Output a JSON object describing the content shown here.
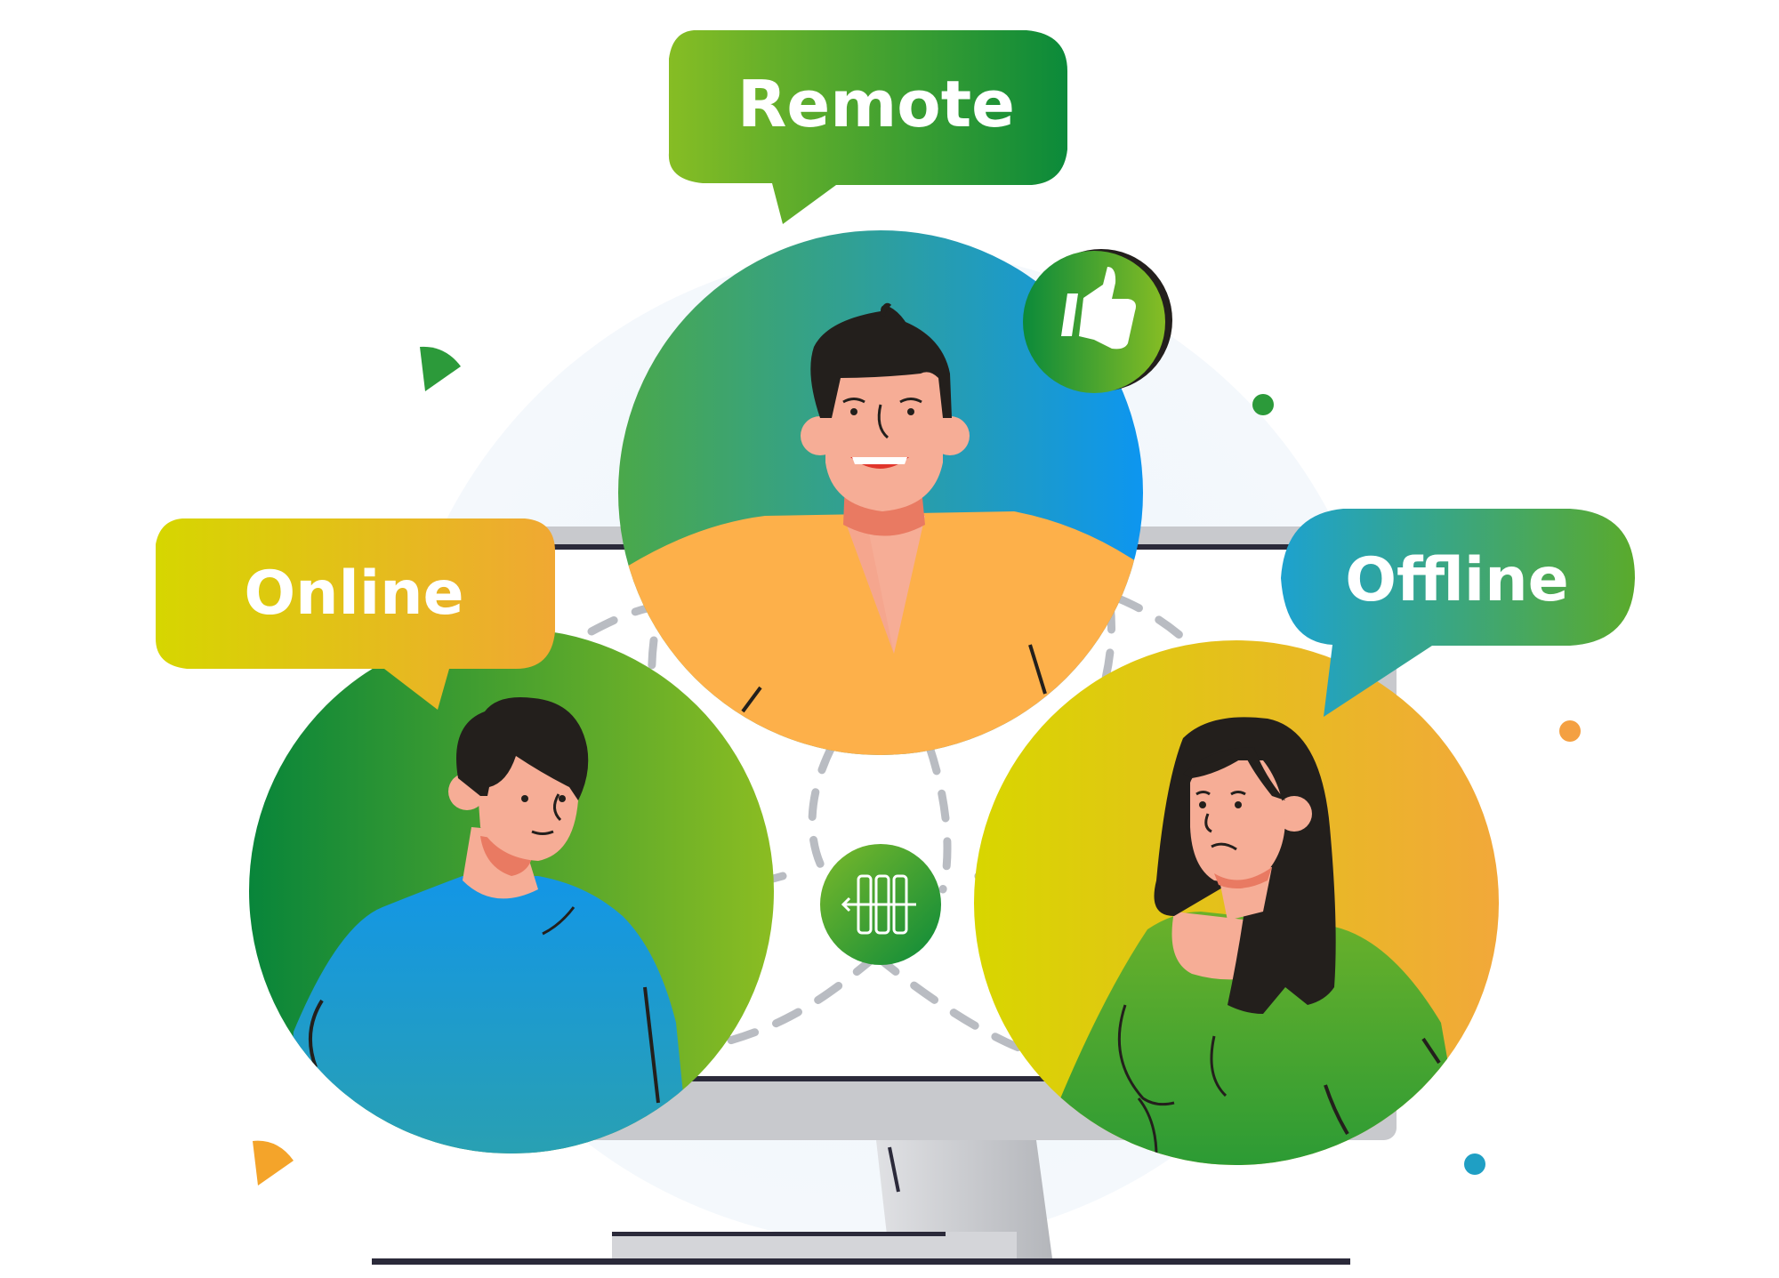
{
  "bubbles": {
    "remote_label": "Remote",
    "online_label": "Online",
    "offline_label": "Offline"
  },
  "icons": {
    "like_badge": "thumbs-up-icon",
    "center_badge": "network-hub-icon"
  },
  "colors": {
    "green_dark": "#0b8a3a",
    "green_light": "#86bd24",
    "yellow": "#d6d600",
    "orange": "#f0a833",
    "teal": "#22a9c9",
    "blue": "#0d96f0",
    "shirt_orange": "#fdb04a",
    "shirt_blue": "#1799dd",
    "shirt_green": "#56a82c",
    "skin": "#f6ad96",
    "hair": "#231f1c",
    "monitor_gray": "#c8c9cd",
    "dash_gray": "#b9bcc2"
  }
}
